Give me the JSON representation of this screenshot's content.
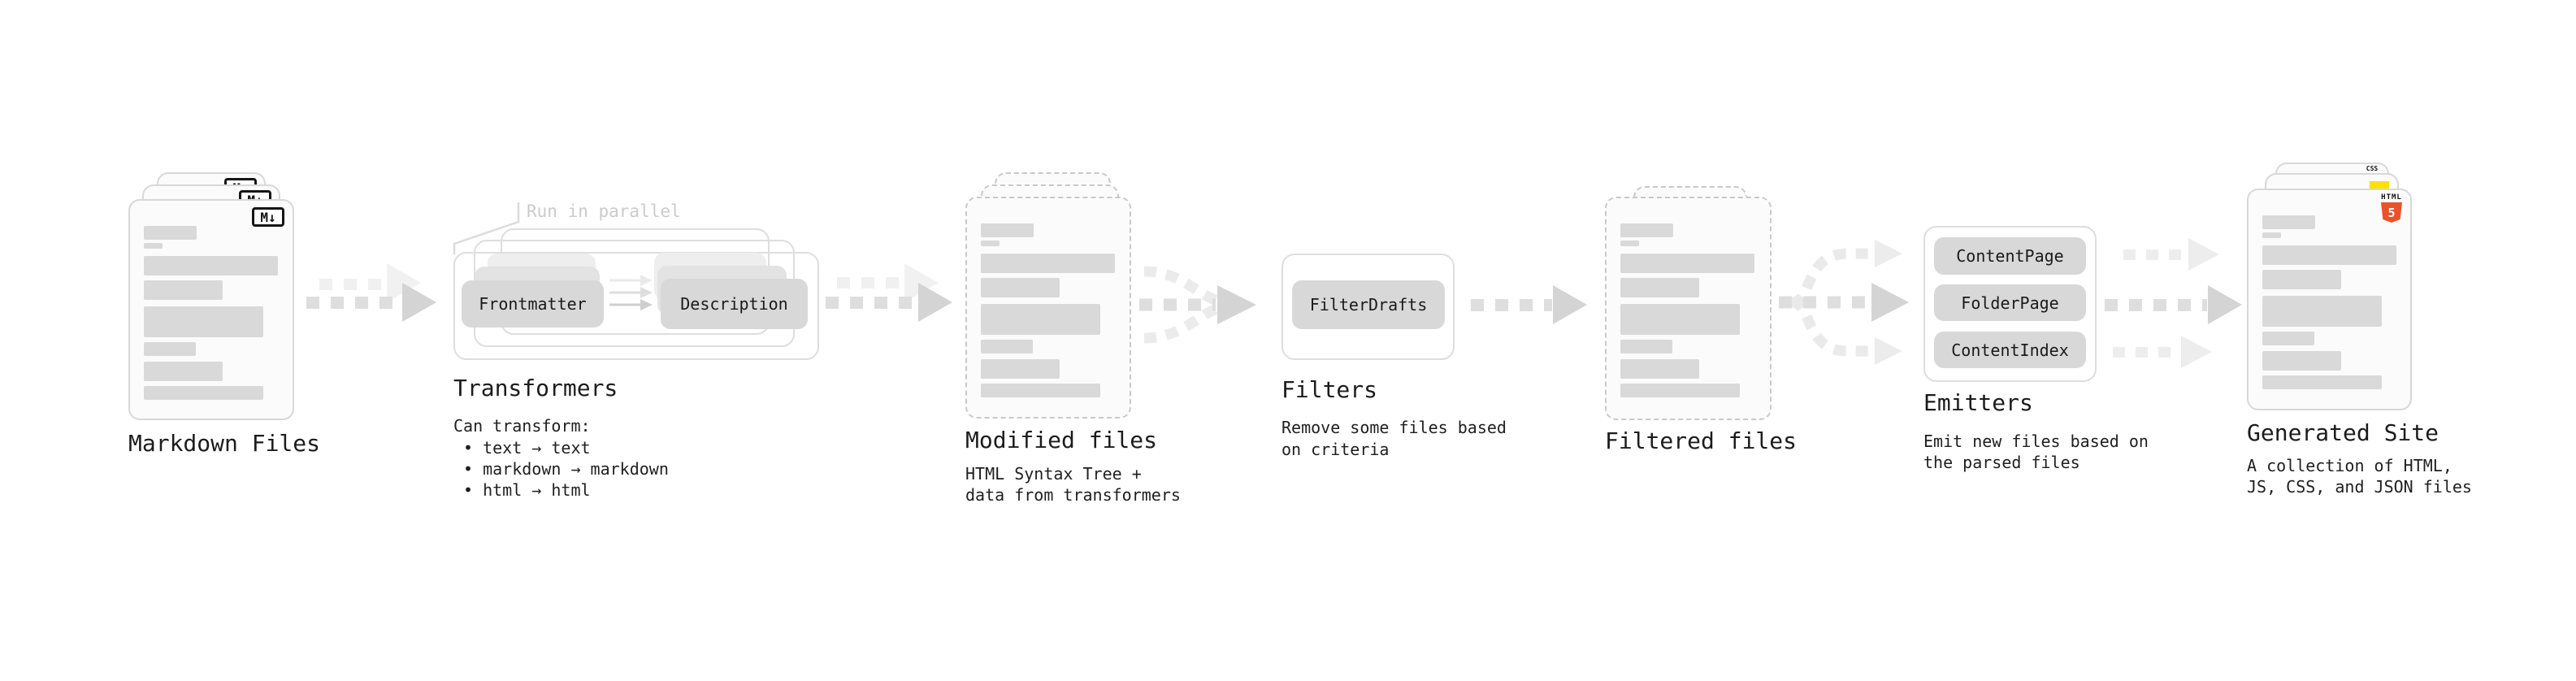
{
  "colors": {
    "background": "#ffffff",
    "bar": "#d9d9d9",
    "chip": "#d8d8d8",
    "arrow": "#d4d4d4",
    "note": "#cbcbcb",
    "html5_orange": "#e8532c",
    "js_yellow": "#ffe000",
    "css_blue": "#2e6bf0"
  },
  "markdown_files": {
    "label": "Markdown Files",
    "badge": "M↓"
  },
  "transformers": {
    "title": "Transformers",
    "note": "Run in parallel",
    "step1": "Frontmatter",
    "step2": "Description",
    "desc_heading": "Can transform:",
    "bullets": [
      "• text → text",
      "• markdown → markdown",
      "• html → html"
    ]
  },
  "modified_files": {
    "label": "Modified files",
    "desc": [
      "HTML Syntax Tree +",
      "data from transformers"
    ]
  },
  "filters": {
    "title": "Filters",
    "step": "FilterDrafts",
    "desc": [
      "Remove some files based",
      "on criteria"
    ]
  },
  "filtered_files": {
    "label": "Filtered files"
  },
  "emitters": {
    "title": "Emitters",
    "steps": [
      "ContentPage",
      "FolderPage",
      "ContentIndex"
    ],
    "desc": [
      "Emit new files based on",
      "the parsed files"
    ]
  },
  "generated_site": {
    "label": "Generated Site",
    "badge_css": "CSS",
    "badge_html_word": "HTML",
    "badge_html_num": "5",
    "desc": [
      "A collection of HTML,",
      "JS, CSS, and JSON files"
    ]
  }
}
